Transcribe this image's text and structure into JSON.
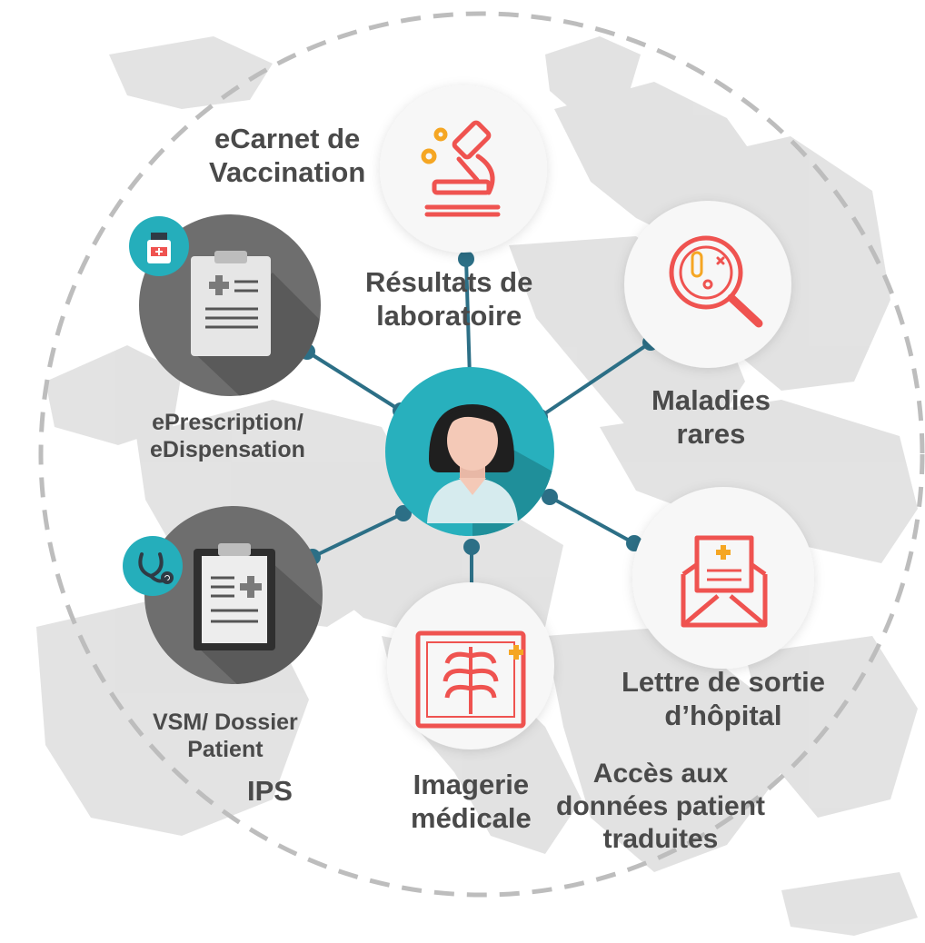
{
  "colors": {
    "center": "#28b0bd",
    "center_dark": "#1f8f9a",
    "connector": "#2c6f86",
    "icon_red": "#ef5350",
    "icon_orange": "#f5a623",
    "dark_circle": "#6e6e6e",
    "badge": "#25aebb",
    "map": "#d6d6d6",
    "ring": "#bdbdbd",
    "label": "#4a4a4a"
  },
  "center": {
    "icon": "woman-doctor-avatar-icon"
  },
  "services": [
    {
      "key": "vaccination",
      "icon": "microscope-icon",
      "lines": [
        "eCarnet de",
        "Vaccination"
      ]
    },
    {
      "key": "lab",
      "icon": "microscope-icon",
      "lines": [
        "Résultats de",
        "laboratoire"
      ]
    },
    {
      "key": "rare",
      "icon": "magnifier-bacteria-icon",
      "lines": [
        "Maladies",
        "rares"
      ]
    },
    {
      "key": "discharge",
      "icon": "medical-letter-envelope-icon",
      "lines": [
        "Lettre de sortie",
        "d’hôpital"
      ]
    },
    {
      "key": "translated",
      "lines": [
        "Accès aux",
        "données patient",
        "traduites"
      ]
    },
    {
      "key": "imaging",
      "icon": "xray-ribcage-icon",
      "lines": [
        "Imagerie",
        "médicale"
      ]
    },
    {
      "key": "ips",
      "lines": [
        "IPS"
      ]
    },
    {
      "key": "vsm",
      "icon": "clipboard-stethoscope-icon",
      "lines": [
        "VSM/ Dossier",
        "Patient"
      ]
    },
    {
      "key": "prescription",
      "icon": "clipboard-medicine-icon",
      "lines": [
        "ePrescription/",
        "eDispensation"
      ]
    }
  ]
}
